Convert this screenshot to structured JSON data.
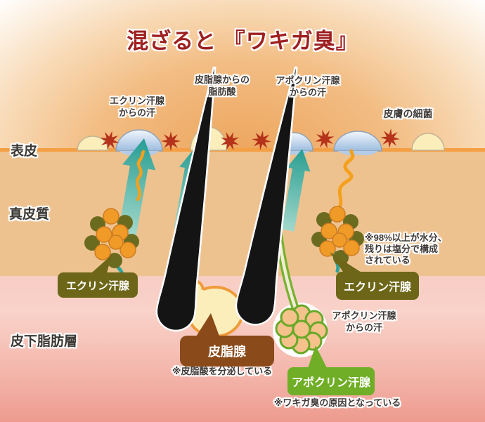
{
  "title": "混ざると 『ワキガ臭』",
  "layer_labels": {
    "epidermis": "表皮",
    "dermis": "真皮質",
    "subcutaneous": "皮下脂肪層"
  },
  "annotations": {
    "eccrine_top": [
      "エクリン汗腺",
      "からの汗"
    ],
    "sebum_top": [
      "皮脂腺からの",
      "脂肪酸"
    ],
    "apocrine_top": [
      "アポクリン汗腺",
      "からの汗"
    ],
    "bacteria": "皮膚の細菌",
    "apocrine_mid": [
      "アポクリン汗腺",
      "からの汗"
    ],
    "eccrine_note": [
      "※98%以上が水分、",
      "残りは塩分で構成",
      "されている"
    ],
    "sebaceous_note": "※皮脂酸を分泌している",
    "apocrine_note": "※ワキガ臭の原因となっている"
  },
  "gland_labels": {
    "eccrine_left": "エクリン汗腺",
    "eccrine_right": "エクリン汗腺",
    "sebaceous": "皮脂腺",
    "apocrine": "アポクリン汗腺"
  },
  "colors": {
    "title_red": "#9e2020",
    "surface_line": "#f59f44",
    "dermis": "#eec28f",
    "subcut_top": "#f8cdc4",
    "subcut_bottom": "#ee9a8e",
    "glow_orange": "#eda55d",
    "label_olive": "#6d6618",
    "label_brown": "#8a4a1a",
    "label_green": "#6fae26",
    "note_text": "#3f3a37",
    "teal": "#2fa39a",
    "duct_orange": "#f4a01c",
    "bacteria_red": "#b5331a",
    "sweat_blue": "#a8c4e4",
    "sebum_cream": "#fbeebb"
  }
}
